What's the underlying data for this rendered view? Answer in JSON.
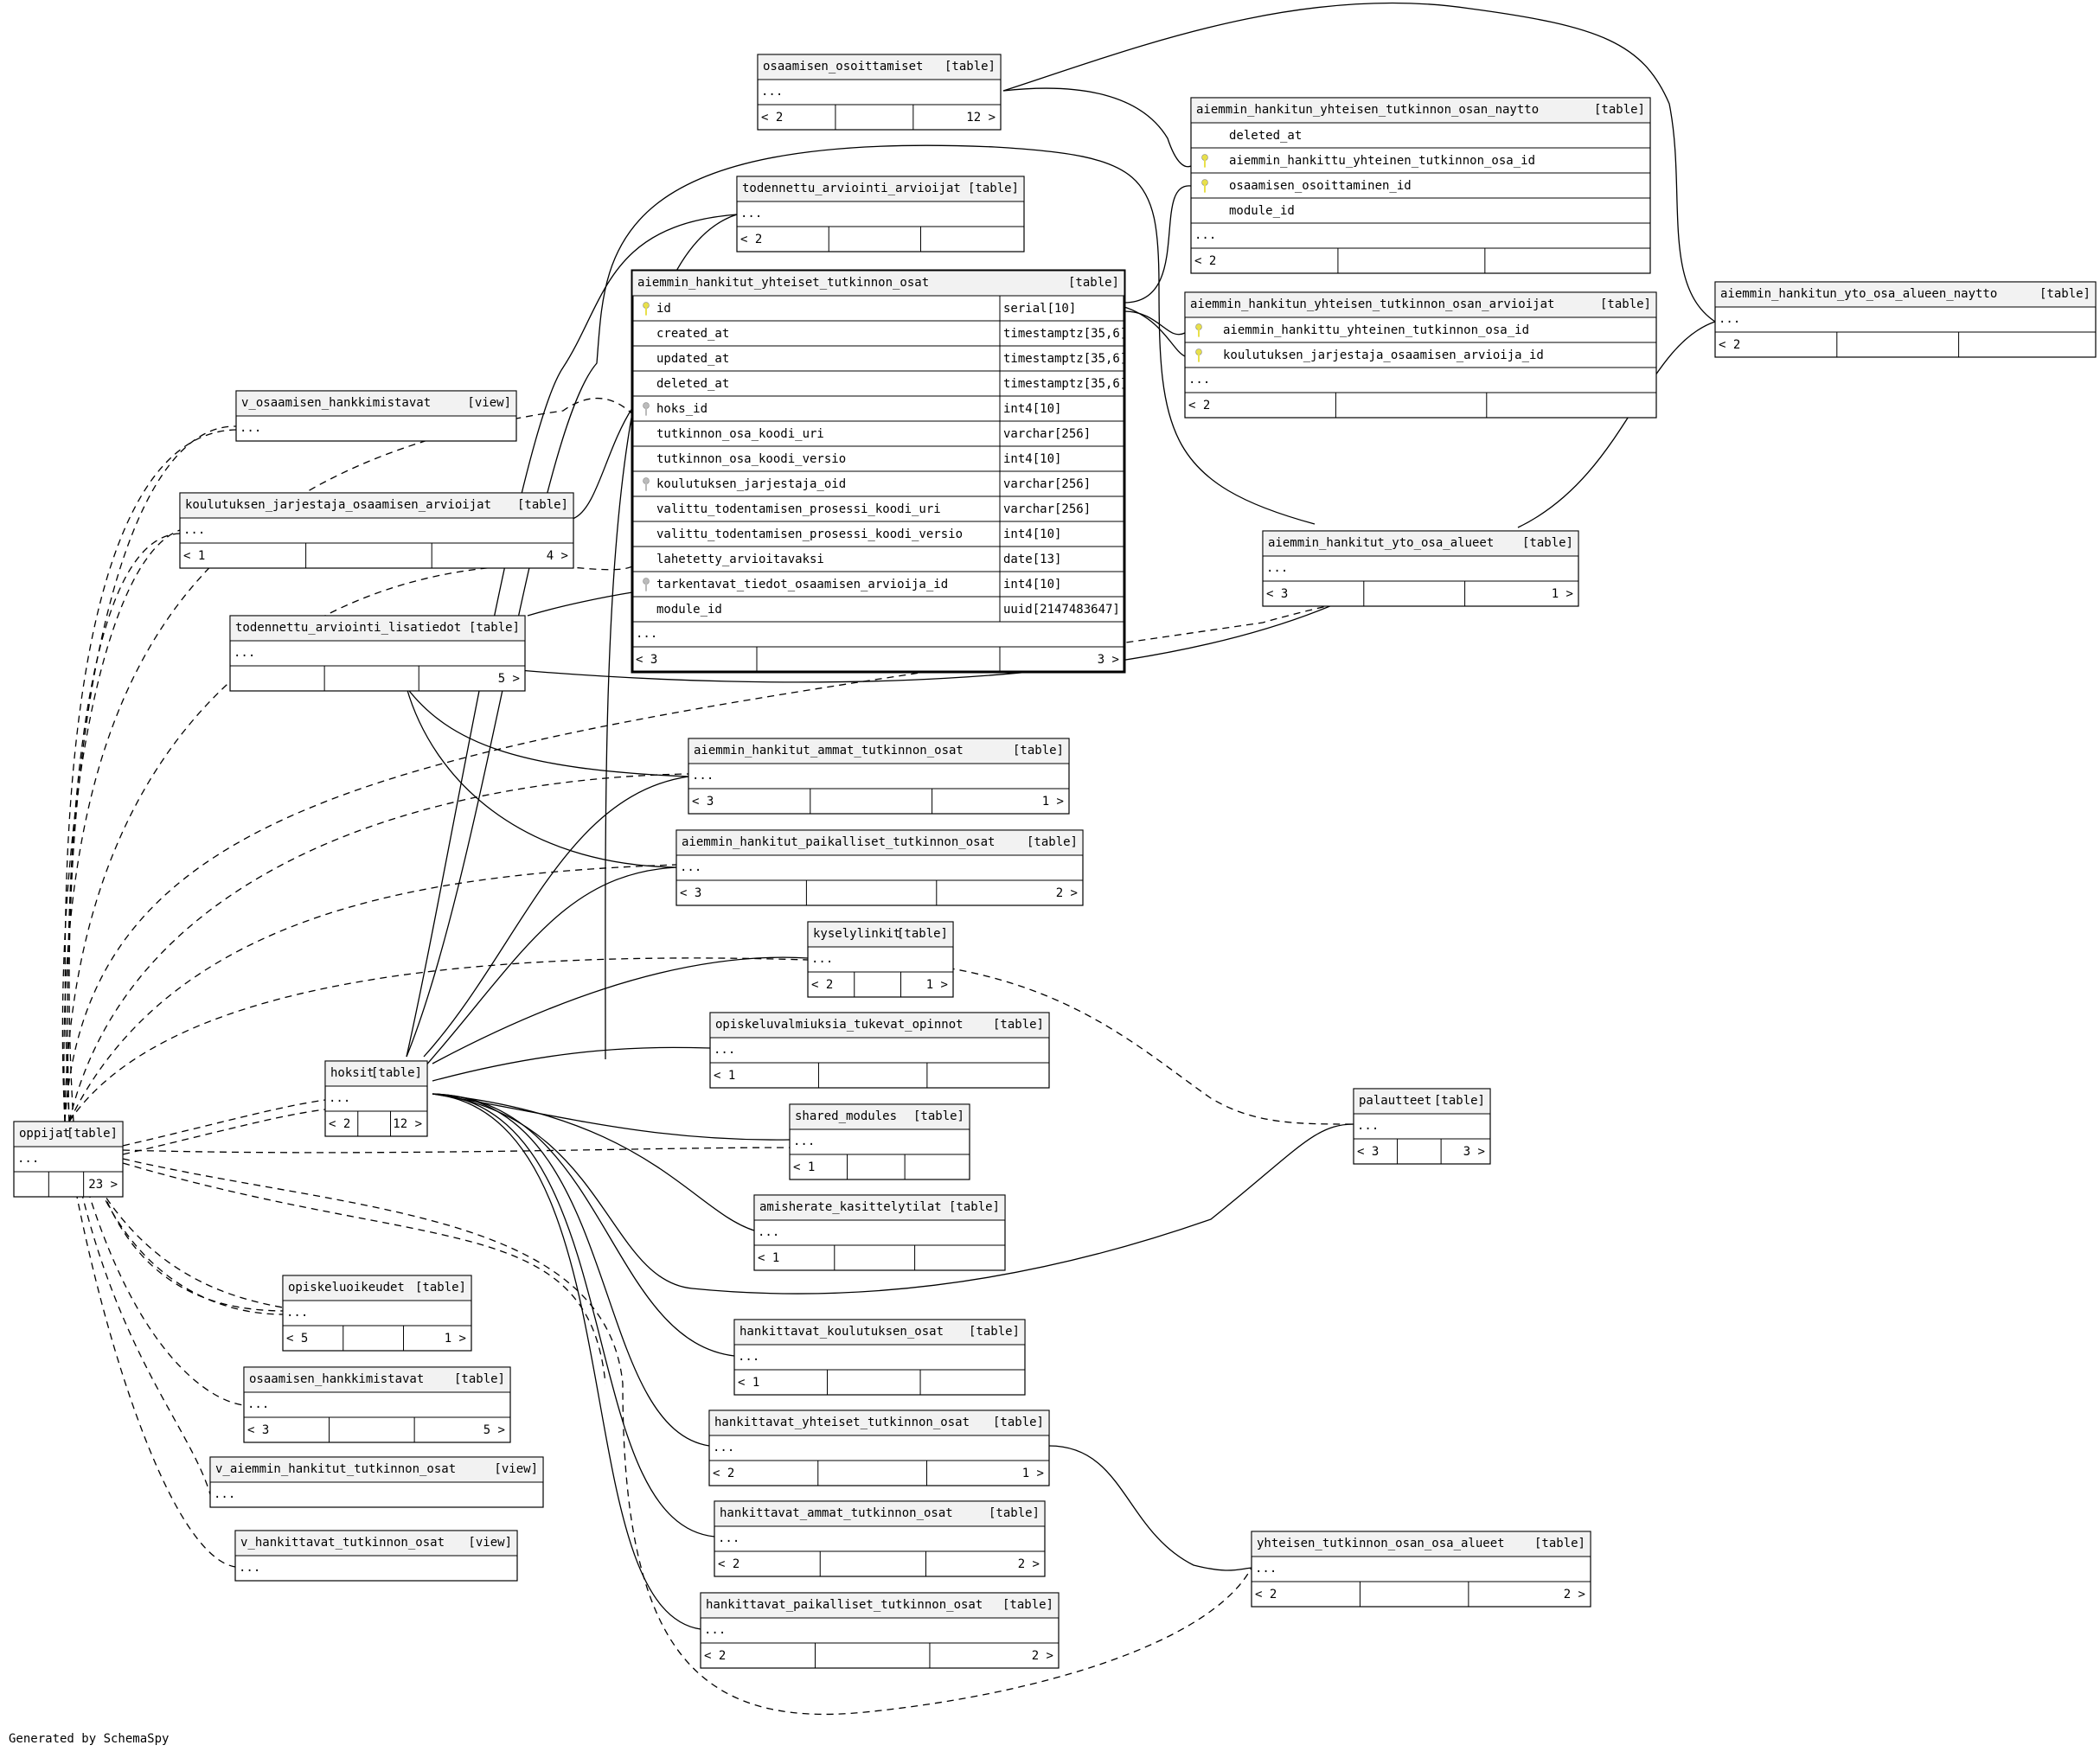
{
  "footer": "Generated by SchemaSpy",
  "colors": {
    "header_fill": "#f2f2f2",
    "key_icon": "#e8e04a",
    "fk_icon": "#bbbbbb",
    "line": "#000000"
  },
  "tables": [
    {
      "id": "osaamisen_osoittamiset",
      "name": "osaamisen_osoittamiset",
      "tag": "[table]",
      "footer": {
        "parents": "< 2",
        "children": "12 >"
      }
    },
    {
      "id": "ahyt_naytto",
      "name": "aiemmin_hankitun_yhteisen_tutkinnon_osan_naytto",
      "tag": "[table]",
      "columns": [
        {
          "name": "deleted_at",
          "key": ""
        },
        {
          "name": "aiemmin_hankittu_yhteinen_tutkinnon_osa_id",
          "key": "pk"
        },
        {
          "name": "osaamisen_osoittaminen_id",
          "key": "pk"
        },
        {
          "name": "module_id",
          "key": ""
        }
      ],
      "footer": {
        "parents": "< 2",
        "children": ""
      }
    },
    {
      "id": "todennettu_arviointi_arvioijat",
      "name": "todennettu_arviointi_arvioijat",
      "tag": "[table]",
      "footer": {
        "parents": "< 2",
        "children": ""
      }
    },
    {
      "id": "ahyt_osat",
      "name": "aiemmin_hankitut_yhteiset_tutkinnon_osat",
      "tag": "[table]",
      "focus": true,
      "columns": [
        {
          "name": "id",
          "type": "serial[10]",
          "key": "pk"
        },
        {
          "name": "created_at",
          "type": "timestamptz[35,6]",
          "key": ""
        },
        {
          "name": "updated_at",
          "type": "timestamptz[35,6]",
          "key": ""
        },
        {
          "name": "deleted_at",
          "type": "timestamptz[35,6]",
          "key": ""
        },
        {
          "name": "hoks_id",
          "type": "int4[10]",
          "key": "fk"
        },
        {
          "name": "tutkinnon_osa_koodi_uri",
          "type": "varchar[256]",
          "key": ""
        },
        {
          "name": "tutkinnon_osa_koodi_versio",
          "type": "int4[10]",
          "key": ""
        },
        {
          "name": "koulutuksen_jarjestaja_oid",
          "type": "varchar[256]",
          "key": "fk"
        },
        {
          "name": "valittu_todentamisen_prosessi_koodi_uri",
          "type": "varchar[256]",
          "key": ""
        },
        {
          "name": "valittu_todentamisen_prosessi_koodi_versio",
          "type": "int4[10]",
          "key": ""
        },
        {
          "name": "lahetetty_arvioitavaksi",
          "type": "date[13]",
          "key": ""
        },
        {
          "name": "tarkentavat_tiedot_osaamisen_arvioija_id",
          "type": "int4[10]",
          "key": "fk"
        },
        {
          "name": "module_id",
          "type": "uuid[2147483647]",
          "key": ""
        }
      ],
      "footer": {
        "parents": "< 3",
        "children": "3 >"
      }
    },
    {
      "id": "ahyt_arvioijat",
      "name": "aiemmin_hankitun_yhteisen_tutkinnon_osan_arvioijat",
      "tag": "[table]",
      "columns": [
        {
          "name": "aiemmin_hankittu_yhteinen_tutkinnon_osa_id",
          "key": "pk"
        },
        {
          "name": "koulutuksen_jarjestaja_osaamisen_arvioija_id",
          "key": "pk"
        }
      ],
      "footer": {
        "parents": "< 2",
        "children": ""
      }
    },
    {
      "id": "ahyto_alueen_naytto",
      "name": "aiemmin_hankitun_yto_osa_alueen_naytto",
      "tag": "[table]",
      "footer": {
        "parents": "< 2",
        "children": ""
      }
    },
    {
      "id": "v_osaamisen_hankkimistavat",
      "name": "v_osaamisen_hankkimistavat",
      "tag": "[view]",
      "view": true
    },
    {
      "id": "kj_osaamisen_arvioijat",
      "name": "koulutuksen_jarjestaja_osaamisen_arvioijat",
      "tag": "[table]",
      "footer": {
        "parents": "< 1",
        "children": "4 >"
      }
    },
    {
      "id": "ahyto_osa_alueet",
      "name": "aiemmin_hankitut_yto_osa_alueet",
      "tag": "[table]",
      "footer": {
        "parents": "< 3",
        "children": "1 >"
      }
    },
    {
      "id": "todennettu_arviointi_lisatiedot",
      "name": "todennettu_arviointi_lisatiedot",
      "tag": "[table]",
      "footer": {
        "parents": "",
        "children": "5 >"
      }
    },
    {
      "id": "ah_ammat",
      "name": "aiemmin_hankitut_ammat_tutkinnon_osat",
      "tag": "[table]",
      "footer": {
        "parents": "< 3",
        "children": "1 >"
      }
    },
    {
      "id": "ah_paikalliset",
      "name": "aiemmin_hankitut_paikalliset_tutkinnon_osat",
      "tag": "[table]",
      "footer": {
        "parents": "< 3",
        "children": "2 >"
      }
    },
    {
      "id": "kyselylinkit",
      "name": "kyselylinkit",
      "tag": "[table]",
      "footer": {
        "parents": "< 2",
        "children": "1 >"
      }
    },
    {
      "id": "opiskeluvalmiuksia",
      "name": "opiskeluvalmiuksia_tukevat_opinnot",
      "tag": "[table]",
      "footer": {
        "parents": "< 1",
        "children": ""
      }
    },
    {
      "id": "hoksit",
      "name": "hoksit",
      "tag": "[table]",
      "footer": {
        "parents": "< 2",
        "children": "12 >"
      }
    },
    {
      "id": "oppijat",
      "name": "oppijat",
      "tag": "[table]",
      "footer": {
        "parents": "",
        "children": "23 >"
      }
    },
    {
      "id": "shared_modules",
      "name": "shared_modules",
      "tag": "[table]",
      "footer": {
        "parents": "< 1",
        "children": ""
      }
    },
    {
      "id": "palautteet",
      "name": "palautteet",
      "tag": "[table]",
      "footer": {
        "parents": "< 3",
        "children": "3 >"
      }
    },
    {
      "id": "amisherate",
      "name": "amisherate_kasittelytilat",
      "tag": "[table]",
      "footer": {
        "parents": "< 1",
        "children": ""
      }
    },
    {
      "id": "opiskeluoikeudet",
      "name": "opiskeluoikeudet",
      "tag": "[table]",
      "footer": {
        "parents": "< 5",
        "children": "1 >"
      }
    },
    {
      "id": "h_koulutuksen_osat",
      "name": "hankittavat_koulutuksen_osat",
      "tag": "[table]",
      "footer": {
        "parents": "< 1",
        "children": ""
      }
    },
    {
      "id": "osaamisen_hankkimistavat",
      "name": "osaamisen_hankkimistavat",
      "tag": "[table]",
      "footer": {
        "parents": "< 3",
        "children": "5 >"
      }
    },
    {
      "id": "h_yhteiset",
      "name": "hankittavat_yhteiset_tutkinnon_osat",
      "tag": "[table]",
      "footer": {
        "parents": "< 2",
        "children": "1 >"
      }
    },
    {
      "id": "v_ah_tutkinnon_osat",
      "name": "v_aiemmin_hankitut_tutkinnon_osat",
      "tag": "[view]",
      "view": true
    },
    {
      "id": "h_ammat",
      "name": "hankittavat_ammat_tutkinnon_osat",
      "tag": "[table]",
      "footer": {
        "parents": "< 2",
        "children": "2 >"
      }
    },
    {
      "id": "yhteisen_osa_alueet",
      "name": "yhteisen_tutkinnon_osan_osa_alueet",
      "tag": "[table]",
      "footer": {
        "parents": "< 2",
        "children": "2 >"
      }
    },
    {
      "id": "v_h_tutkinnon_osat",
      "name": "v_hankittavat_tutkinnon_osat",
      "tag": "[view]",
      "view": true
    },
    {
      "id": "h_paikalliset",
      "name": "hankittavat_paikalliset_tutkinnon_osat",
      "tag": "[table]",
      "footer": {
        "parents": "< 2",
        "children": "2 >"
      }
    }
  ]
}
